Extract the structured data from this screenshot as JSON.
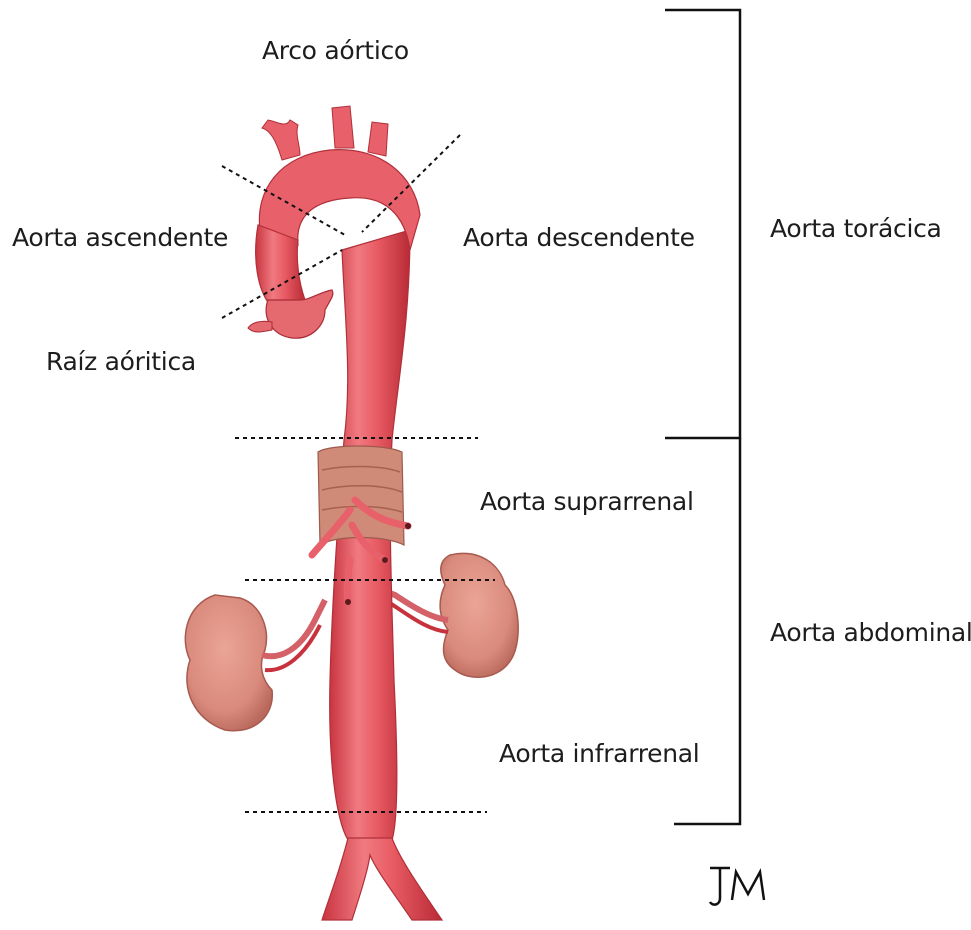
{
  "labels": {
    "arch": "Arco aórtico",
    "ascending": "Aorta ascendente",
    "root": "Raíz aóritica",
    "descending": "Aorta descendente",
    "suprarenal": "Aorta suprarrenal",
    "infrarenal": "Aorta infrarrenal",
    "thoracic": "Aorta torácica",
    "abdominal": "Aorta abdominal"
  },
  "signature": "JM",
  "colors": {
    "aorta": "#e85a62",
    "aorta_dark": "#c8323c",
    "kidney": "#d98a7c",
    "kidney_dark": "#b9685c",
    "diaphragm": "#d08a78",
    "line": "#111111"
  }
}
